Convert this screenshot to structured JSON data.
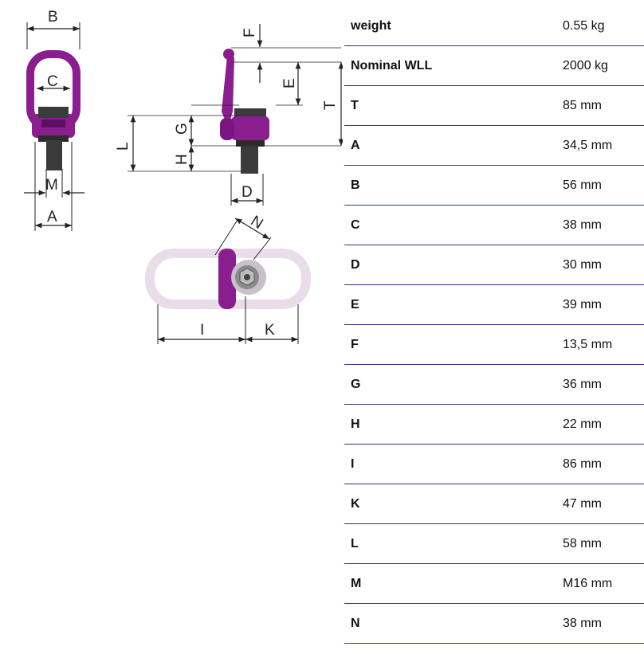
{
  "drawing": {
    "dimension_letters": {
      "A": "A",
      "B": "B",
      "C": "C",
      "D": "D",
      "E": "E",
      "F": "F",
      "G": "G",
      "H": "H",
      "I": "I",
      "K": "K",
      "L": "L",
      "M": "M",
      "N": "N",
      "T": "T"
    },
    "colors": {
      "purple": "#8a1e8f",
      "purple_dark": "#6a1470",
      "bolt": "#3b3b3b",
      "ring_light": "#e8dde8",
      "line": "#222222"
    }
  },
  "specs": [
    {
      "label": "weight",
      "value": "0.55 kg"
    },
    {
      "label": "Nominal WLL",
      "value": "2000 kg"
    },
    {
      "label": "T",
      "value": "85 mm"
    },
    {
      "label": "A",
      "value": "34,5 mm"
    },
    {
      "label": "B",
      "value": "56 mm"
    },
    {
      "label": "C",
      "value": "38 mm"
    },
    {
      "label": "D",
      "value": "30 mm"
    },
    {
      "label": "E",
      "value": "39 mm"
    },
    {
      "label": "F",
      "value": "13,5 mm"
    },
    {
      "label": "G",
      "value": "36 mm"
    },
    {
      "label": "H",
      "value": "22 mm"
    },
    {
      "label": "I",
      "value": "86 mm"
    },
    {
      "label": "K",
      "value": "47 mm"
    },
    {
      "label": "L",
      "value": "58 mm"
    },
    {
      "label": "M",
      "value": "M16 mm"
    },
    {
      "label": "N",
      "value": "38 mm"
    }
  ]
}
